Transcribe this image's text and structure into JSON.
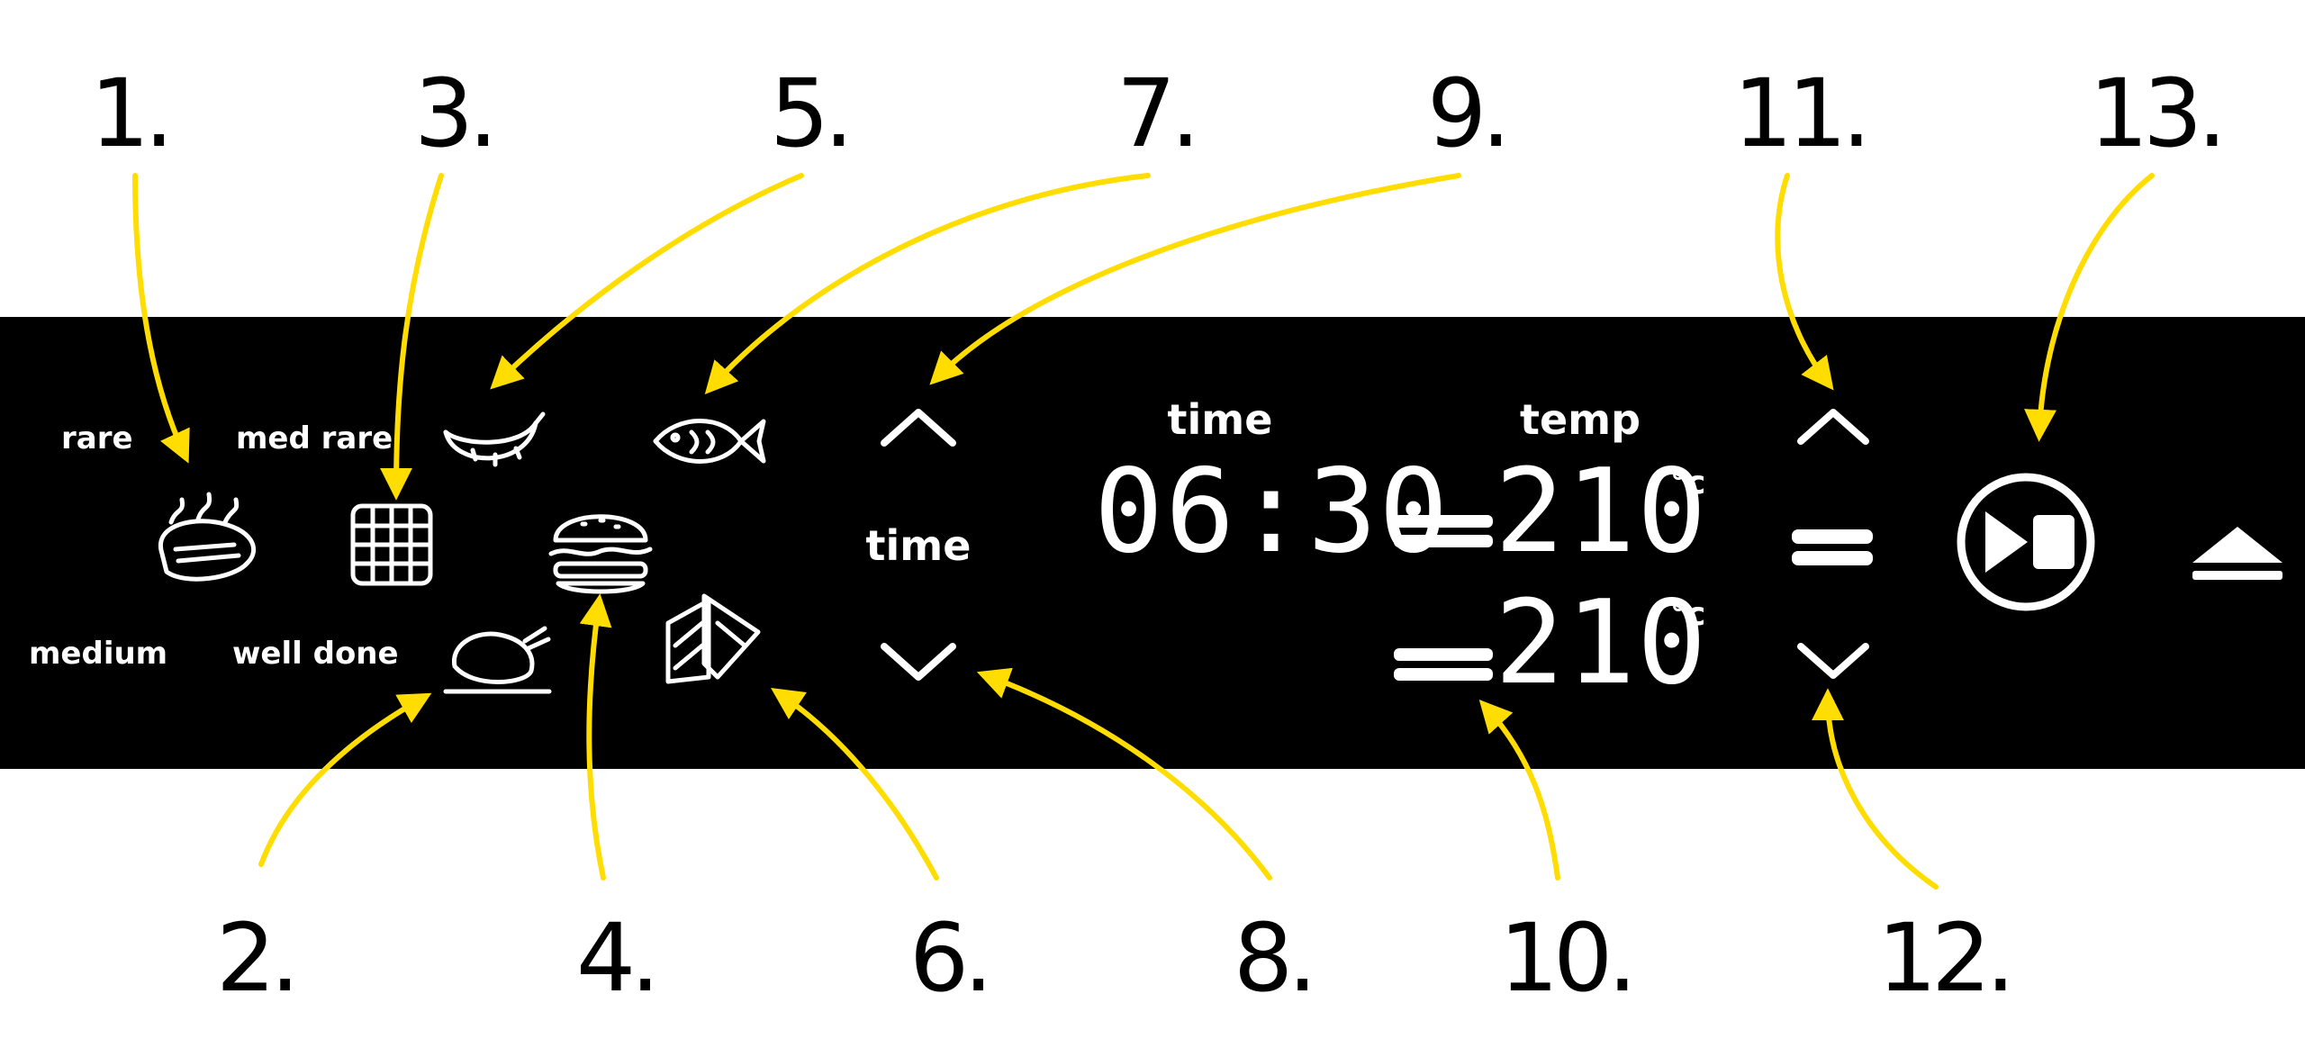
{
  "colors": {
    "panel": "#000000",
    "accent": "#ffdd00",
    "text": "#ffffff",
    "callout": "#000000"
  },
  "callouts": [
    "1.",
    "2.",
    "3.",
    "4.",
    "5.",
    "6.",
    "7.",
    "8.",
    "9.",
    "10.",
    "11.",
    "12.",
    "13."
  ],
  "panel": {
    "labels": {
      "rare": "rare",
      "med_rare": "med rare",
      "medium": "medium",
      "well_done": "well done"
    },
    "time_label": "time",
    "display": {
      "time_header": "time",
      "temp_header": "temp",
      "time_value": "06:30",
      "temp_top": "210",
      "temp_bottom": "210",
      "unit": "°c"
    },
    "icons": [
      "steak-icon",
      "chicken-icon",
      "waffle-icon",
      "burger-icon",
      "sausage-icon",
      "sandwich-icon",
      "fish-icon",
      "chevron-up-icon",
      "chevron-down-icon",
      "play-stop-icon",
      "eject-icon"
    ]
  }
}
